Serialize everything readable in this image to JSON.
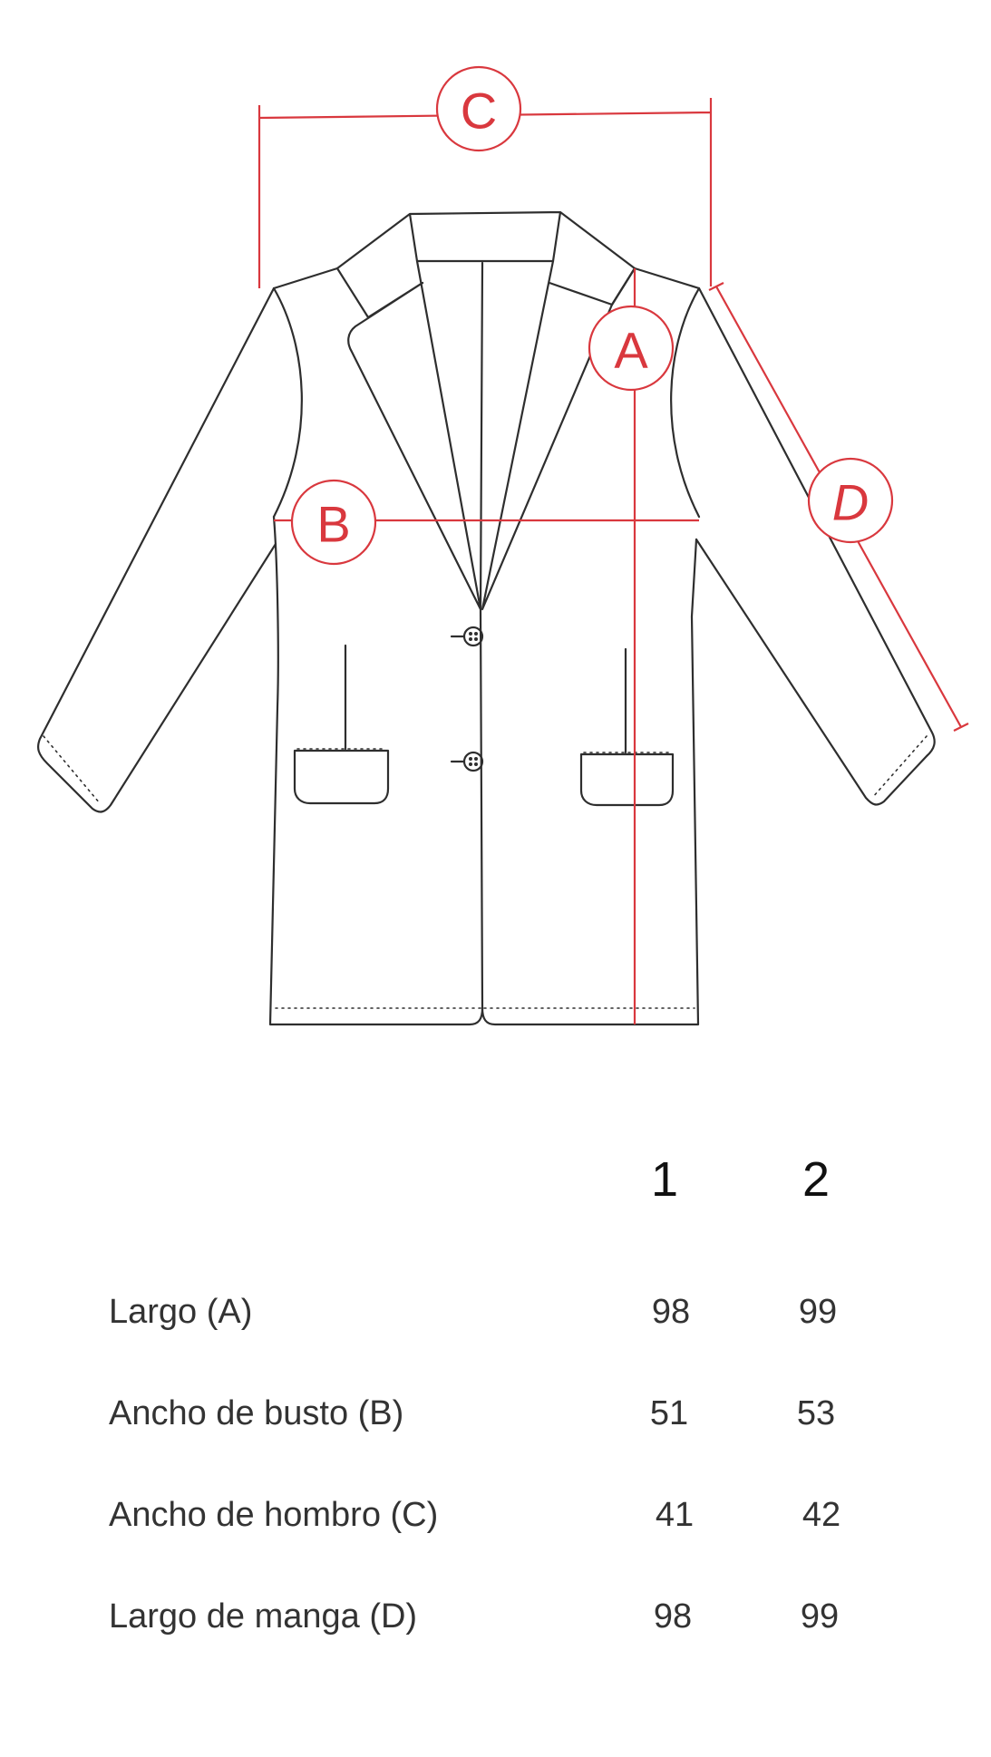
{
  "diagram": {
    "labels": {
      "a": "A",
      "b": "B",
      "c": "C",
      "d": "D"
    },
    "accent_color": "#d9383e",
    "line_color": "#2e2e2e"
  },
  "table": {
    "sizes": [
      "1",
      "2"
    ],
    "rows": [
      {
        "label": "Largo (A)",
        "values": [
          "98",
          "99"
        ]
      },
      {
        "label": "Ancho de busto (B)",
        "values": [
          "51",
          "53"
        ]
      },
      {
        "label": "Ancho de hombro (C)",
        "values": [
          "41",
          "42"
        ]
      },
      {
        "label": "Largo de manga (D)",
        "values": [
          "98",
          "99"
        ]
      }
    ]
  }
}
